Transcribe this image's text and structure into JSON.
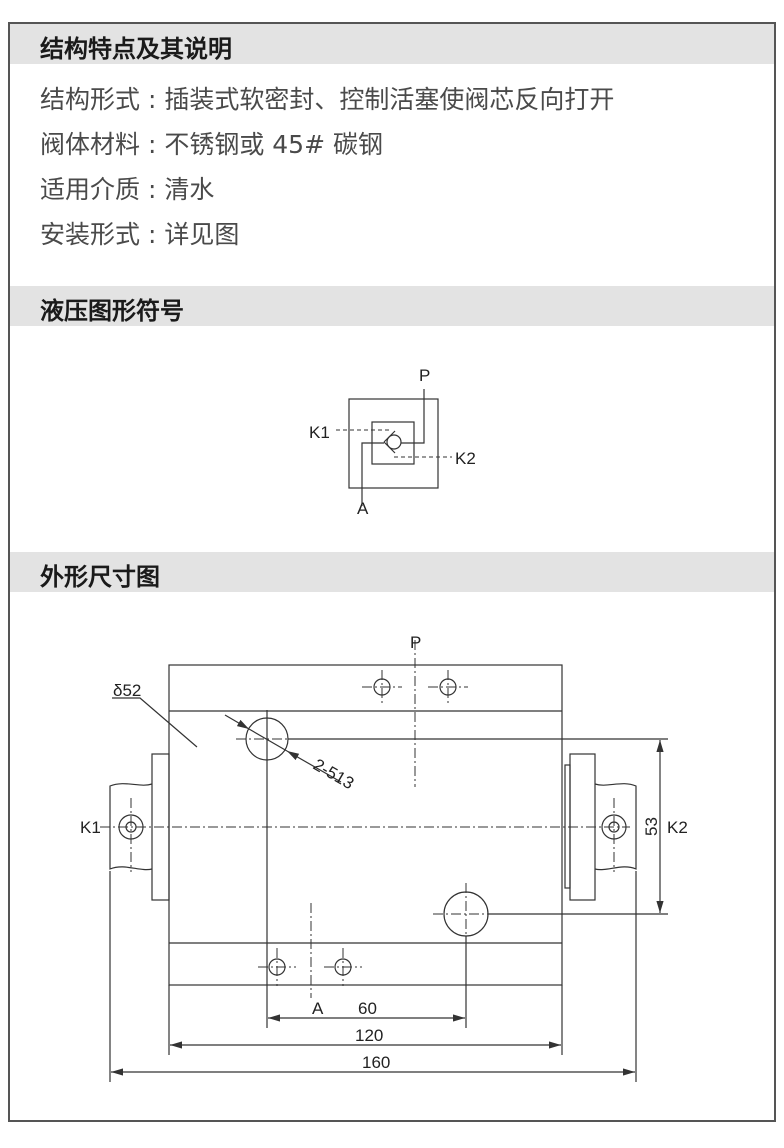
{
  "sections": {
    "structure": {
      "title": "结构特点及其说明",
      "rows": [
        "结构形式 : 插装式软密封、控制活塞使阀芯反向打开",
        "阀体材料 : 不锈钢或 45# 碳钢",
        "适用介质 : 清水",
        "安装形式 : 详见图"
      ]
    },
    "symbol": {
      "title": "液压图形符号",
      "labels": {
        "p": "P",
        "k1": "K1",
        "k2": "K2",
        "a": "A"
      }
    },
    "dimensions": {
      "title": "外形尺寸图",
      "labels": {
        "p": "P",
        "k1": "K1",
        "k2": "K2",
        "a": "A",
        "thickness": "δ52",
        "holes": "2-513",
        "dim_53": "53",
        "dim_60": "60",
        "dim_120": "120",
        "dim_160": "160"
      }
    }
  }
}
